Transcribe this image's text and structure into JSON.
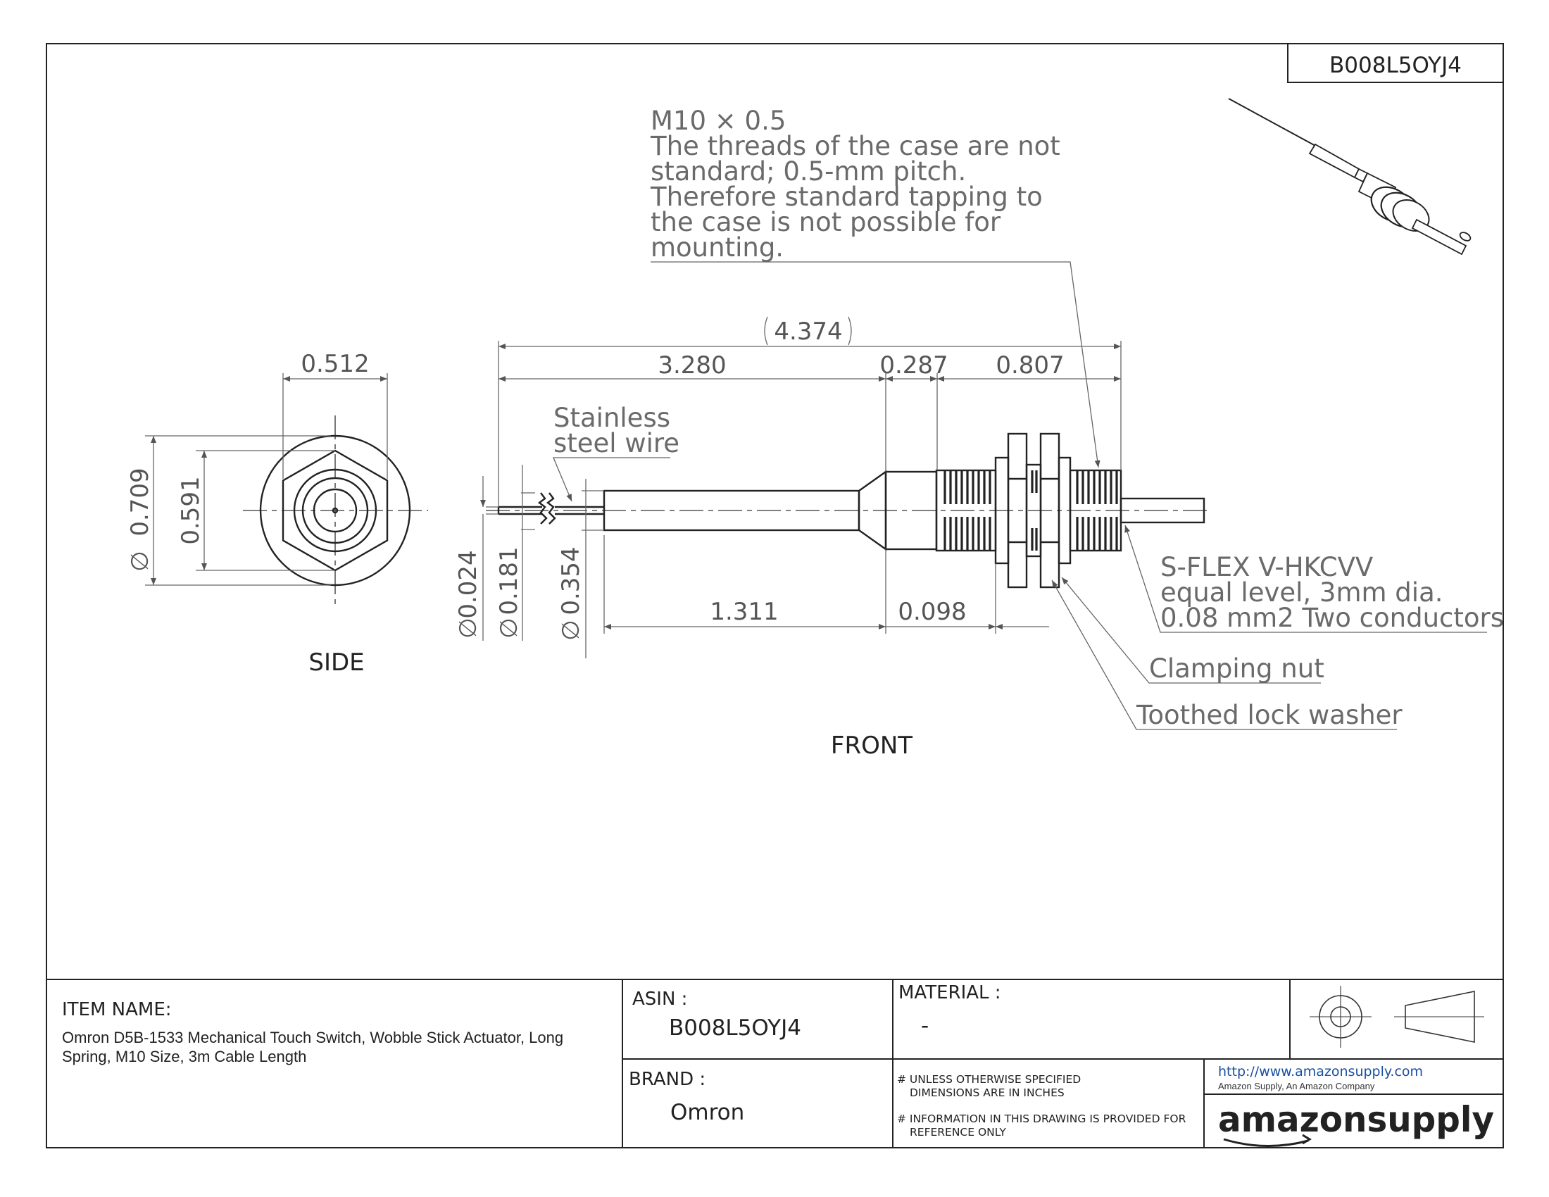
{
  "asin_tag": "B008L5OYJ4",
  "views": {
    "side": "SIDE",
    "front": "FRONT"
  },
  "dimensions": {
    "overall": "4.374",
    "wire_length": "3.280",
    "cone_length": "0.287",
    "thread_length": "0.807",
    "tube_length": "1.311",
    "collar_length": "0.098",
    "hex_width": "0.512",
    "round_diameter": "0.709",
    "hex_across": "0.591",
    "wire_diameter": "0.024",
    "wire_sleeve_diameter": "0.181",
    "tube_diameter": "0.354",
    "diameter_symbol": "∅"
  },
  "notes": {
    "thread_note": [
      "M10 × 0.5",
      "The threads of the case are not",
      "standard; 0.5-mm pitch.",
      "Therefore standard tapping to",
      "the case is not possible for",
      "mounting."
    ],
    "wire_note": [
      "Stainless",
      "steel wire"
    ],
    "cable_note": [
      "S-FLEX V-HKCVV",
      "equal level, 3mm dia.",
      "0.08 mm2 Two conductors"
    ],
    "clamping_nut": "Clamping nut",
    "lock_washer": "Toothed lock washer"
  },
  "title_block": {
    "item_name_label": "ITEM NAME:",
    "item_name_lines": [
      "Omron D5B-1533 Mechanical Touch Switch, Wobble Stick Actuator, Long",
      "Spring, M10 Size, 3m Cable Length"
    ],
    "asin_label": "ASIN :",
    "asin_value": "B008L5OYJ4",
    "brand_label": "BRAND :",
    "brand_value": "Omron",
    "material_label": "MATERIAL :",
    "material_value": "-",
    "spec_notes": [
      "# UNLESS OTHERWISE SPECIFIED",
      "DIMENSIONS ARE IN INCHES",
      "# INFORMATION IN THIS DRAWING IS PROVIDED FOR",
      "REFERENCE ONLY"
    ],
    "url": "http://www.amazonsupply.com",
    "company": "Amazon Supply, An Amazon Company",
    "logo_word": "amazonsupply"
  },
  "colors": {
    "line": "#222222",
    "dim": "#666666",
    "link": "#1a4fa3",
    "logo_blue": "#1f6fd0",
    "logo_dark": "#222222"
  }
}
